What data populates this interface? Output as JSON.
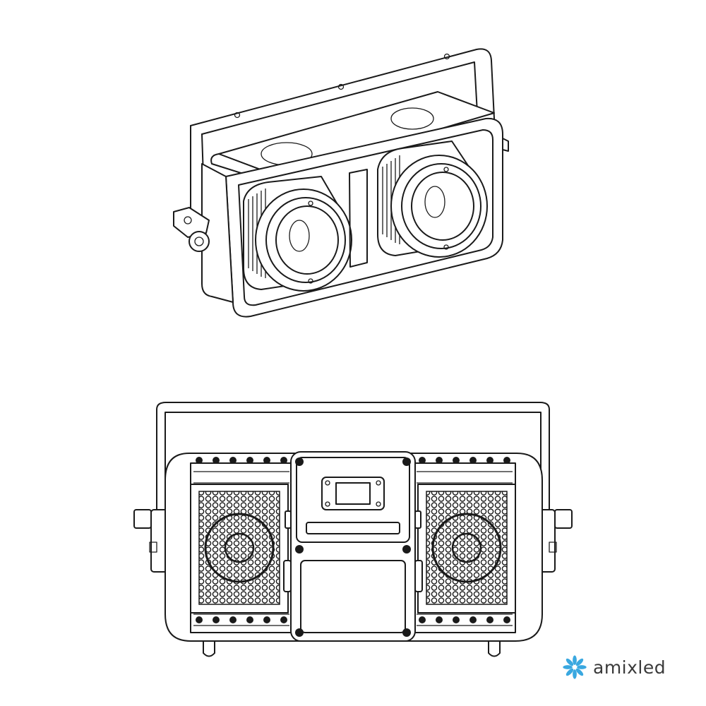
{
  "brand": {
    "name": "amixled",
    "icon": "pinwheel-logo-icon",
    "accent_color": "#3aa8e0"
  },
  "views": [
    {
      "id": "front-view",
      "icon": "twin-lens-fixture-front"
    },
    {
      "id": "rear-view",
      "icon": "fixture-rear-panel"
    }
  ]
}
